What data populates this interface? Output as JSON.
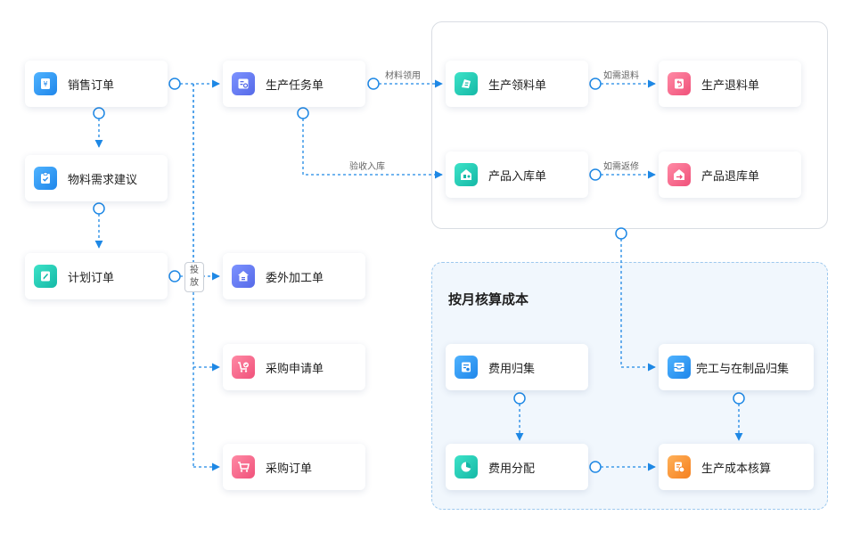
{
  "nodes": {
    "sales_order": "销售订单",
    "material_req": "物料需求建议",
    "plan_order": "计划订单",
    "prod_task": "生产任务单",
    "outsource": "委外加工单",
    "purchase_req": "采购申请单",
    "purchase_order": "采购订单",
    "prod_pick": "生产领料单",
    "prod_return": "生产退料单",
    "prod_in": "产品入库单",
    "prod_out": "产品退库单",
    "cost_collect": "费用归集",
    "cost_alloc": "费用分配",
    "finish_wip": "完工与在制品归集",
    "cost_calc": "生产成本核算"
  },
  "edge_labels": {
    "material_use": "材料领用",
    "return_if_needed": "如需退料",
    "inspect_in": "验收入库",
    "rework_if_needed": "如需返修"
  },
  "release_label": [
    "投",
    "放"
  ],
  "monthly_title": "按月核算成本",
  "icons": {
    "sales_order": "yuan-receipt-icon",
    "material_req": "clipboard-check-icon",
    "plan_order": "edit-document-icon",
    "prod_task": "task-form-icon",
    "outsource": "outsource-house-icon",
    "purchase_req": "cart-check-icon",
    "purchase_order": "cart-icon",
    "prod_pick": "material-pick-icon",
    "prod_return": "return-document-icon",
    "prod_in": "warehouse-in-icon",
    "prod_out": "warehouse-out-icon",
    "cost_collect": "cost-document-icon",
    "cost_alloc": "pie-chart-icon",
    "finish_wip": "inbox-tray-icon",
    "cost_calc": "cost-calc-icon"
  },
  "colors": {
    "connector": "#1e88e5",
    "blue": "#2a8cf0",
    "indigo": "#5b6ef0",
    "teal": "#14b8a6",
    "pink": "#f0517a",
    "orange": "#f5801f"
  }
}
